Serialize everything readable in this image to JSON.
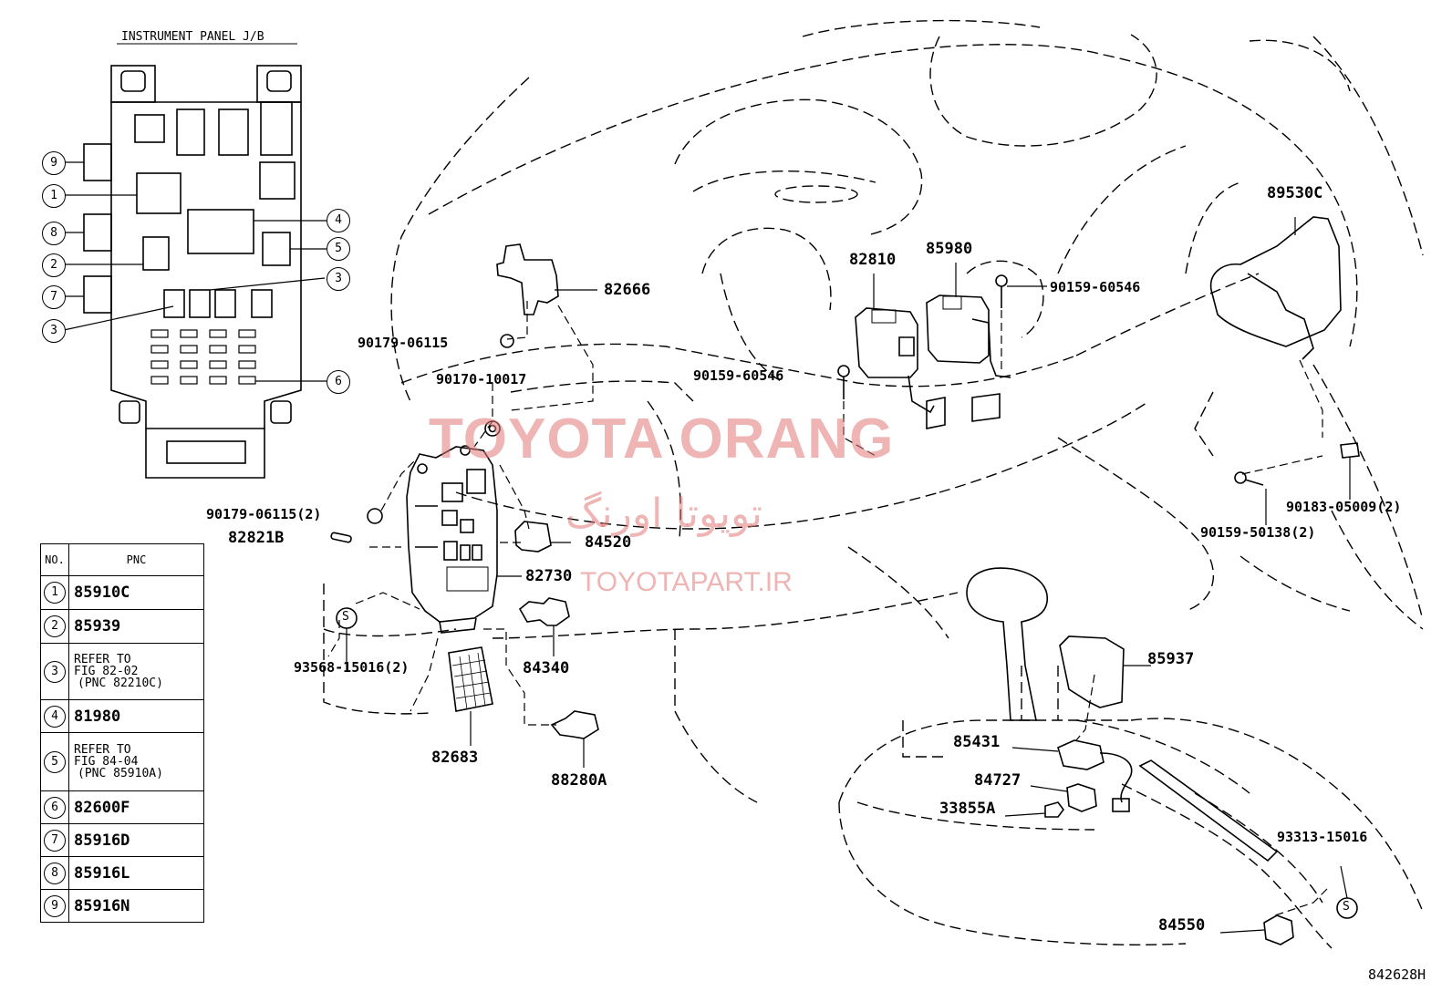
{
  "jb_title": "INSTRUMENT PANEL J/B",
  "watermark": {
    "brand": "TOYOTA ORANG",
    "brand_fa": "تویوتا اورنگ",
    "site": "TOYOTAPART.IR"
  },
  "diagram_code": "842628H",
  "jb_callouts": [
    "1",
    "2",
    "3",
    "3",
    "4",
    "5",
    "6",
    "7",
    "8",
    "9"
  ],
  "parts": {
    "p82666": "82666",
    "p90179_06115": "90179-06115",
    "p90170_10017": "90170-10017",
    "p90179_06115_2": "90179-06115(2)",
    "p82821B": "82821B",
    "p84520": "84520",
    "p82730": "82730",
    "p84340": "84340",
    "p93568": "93568-15016(2)",
    "p82683": "82683",
    "p88280A": "88280A",
    "p82810": "82810",
    "p85980": "85980",
    "p90159_60546_a": "90159-60546",
    "p90159_60546_b": "90159-60546",
    "p89530C": "89530C",
    "p90183": "90183-05009(2)",
    "p90159_50138": "90159-50138(2)",
    "p85937": "85937",
    "p85431": "85431",
    "p84727": "84727",
    "p33855A": "33855A",
    "p93313": "93313-15016",
    "p84550": "84550",
    "s_mark": "S"
  },
  "table": {
    "head_no": "NO.",
    "head_pnc": "PNC",
    "rows": [
      {
        "no": "1",
        "pnc": "85910C"
      },
      {
        "no": "2",
        "pnc": "85939"
      },
      {
        "no": "3",
        "l1": "REFER TO",
        "l2": "FIG 82-02",
        "l3": "(PNC 82210C)"
      },
      {
        "no": "4",
        "pnc": "81980"
      },
      {
        "no": "5",
        "l1": "REFER TO",
        "l2": "FIG 84-04",
        "l3": "(PNC 85910A)"
      },
      {
        "no": "6",
        "pnc": "82600F"
      },
      {
        "no": "7",
        "pnc": "85916D"
      },
      {
        "no": "8",
        "pnc": "85916L"
      },
      {
        "no": "9",
        "pnc": "85916N"
      }
    ]
  }
}
